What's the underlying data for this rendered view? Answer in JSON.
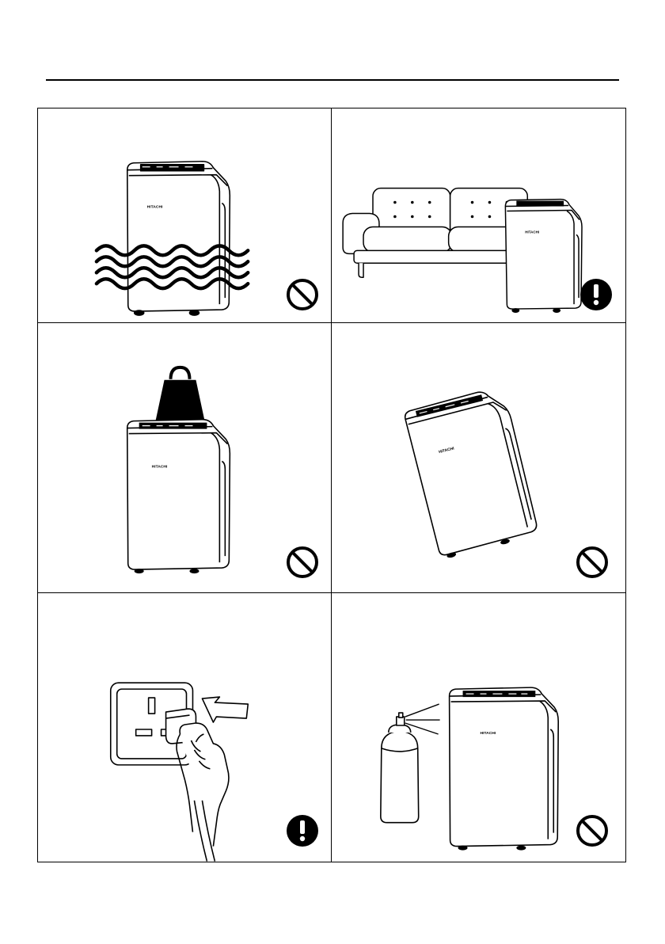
{
  "page": {
    "page_number": "",
    "brand_mark": "HITACHI"
  },
  "panels": [
    {
      "id": "water",
      "illustration": "dehumidifier-in-water",
      "sign": "prohibited-icon"
    },
    {
      "id": "sofa",
      "illustration": "dehumidifier-beside-sofa",
      "sign": "mandatory-icon"
    },
    {
      "id": "weight",
      "illustration": "heavy-object-on-dehumidifier",
      "sign": "prohibited-icon"
    },
    {
      "id": "tilt",
      "illustration": "tilted-dehumidifier",
      "sign": "prohibited-icon"
    },
    {
      "id": "unplug",
      "illustration": "hand-unplugging-power-plug",
      "sign": "mandatory-icon"
    },
    {
      "id": "spray",
      "illustration": "spray-can-near-dehumidifier",
      "sign": "prohibited-icon"
    }
  ],
  "colors": {
    "line": "#000000",
    "background": "#ffffff"
  }
}
